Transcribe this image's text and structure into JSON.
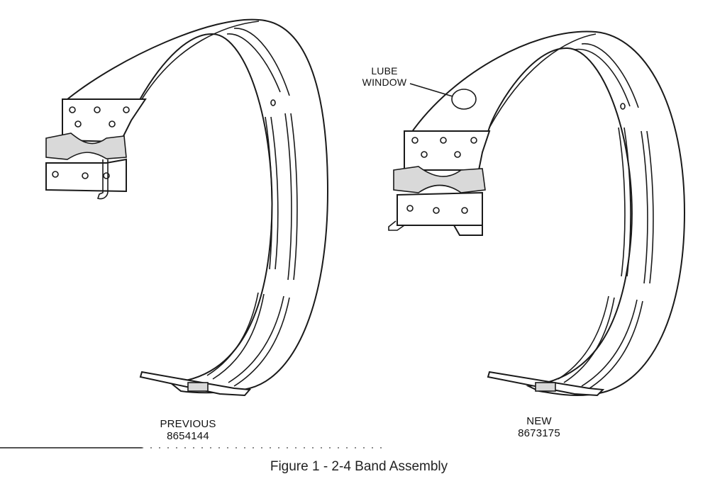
{
  "figure": {
    "caption": "Figure 1 - 2-4 Band Assembly",
    "previous": {
      "title": "PREVIOUS",
      "part_number": "8654144"
    },
    "new": {
      "title": "NEW",
      "part_number": "8673175"
    },
    "callout": {
      "line1": "LUBE",
      "line2": "WINDOW"
    }
  }
}
